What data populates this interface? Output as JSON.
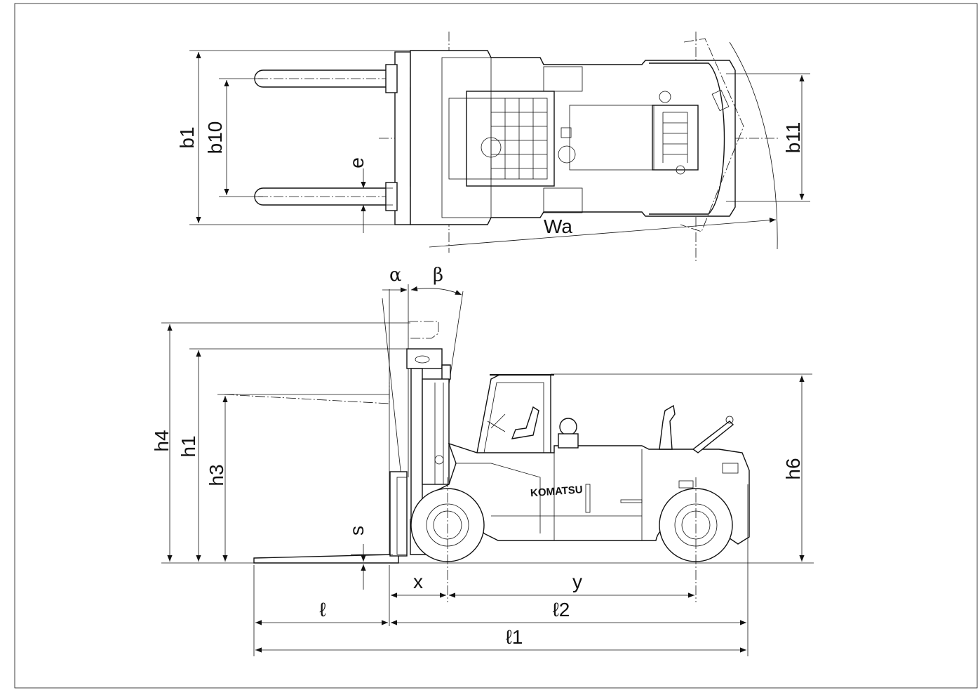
{
  "labels": {
    "b1": "b1",
    "b10": "b10",
    "b11": "b11",
    "e": "e",
    "Wa": "Wa",
    "alpha": "α",
    "beta": "β",
    "h4": "h4",
    "h1": "h1",
    "h3": "h3",
    "h6": "h6",
    "s": "s",
    "x": "x",
    "y": "y",
    "l": "ℓ",
    "l2": "ℓ2",
    "l1": "ℓ1"
  },
  "brand": "KOMATSU"
}
